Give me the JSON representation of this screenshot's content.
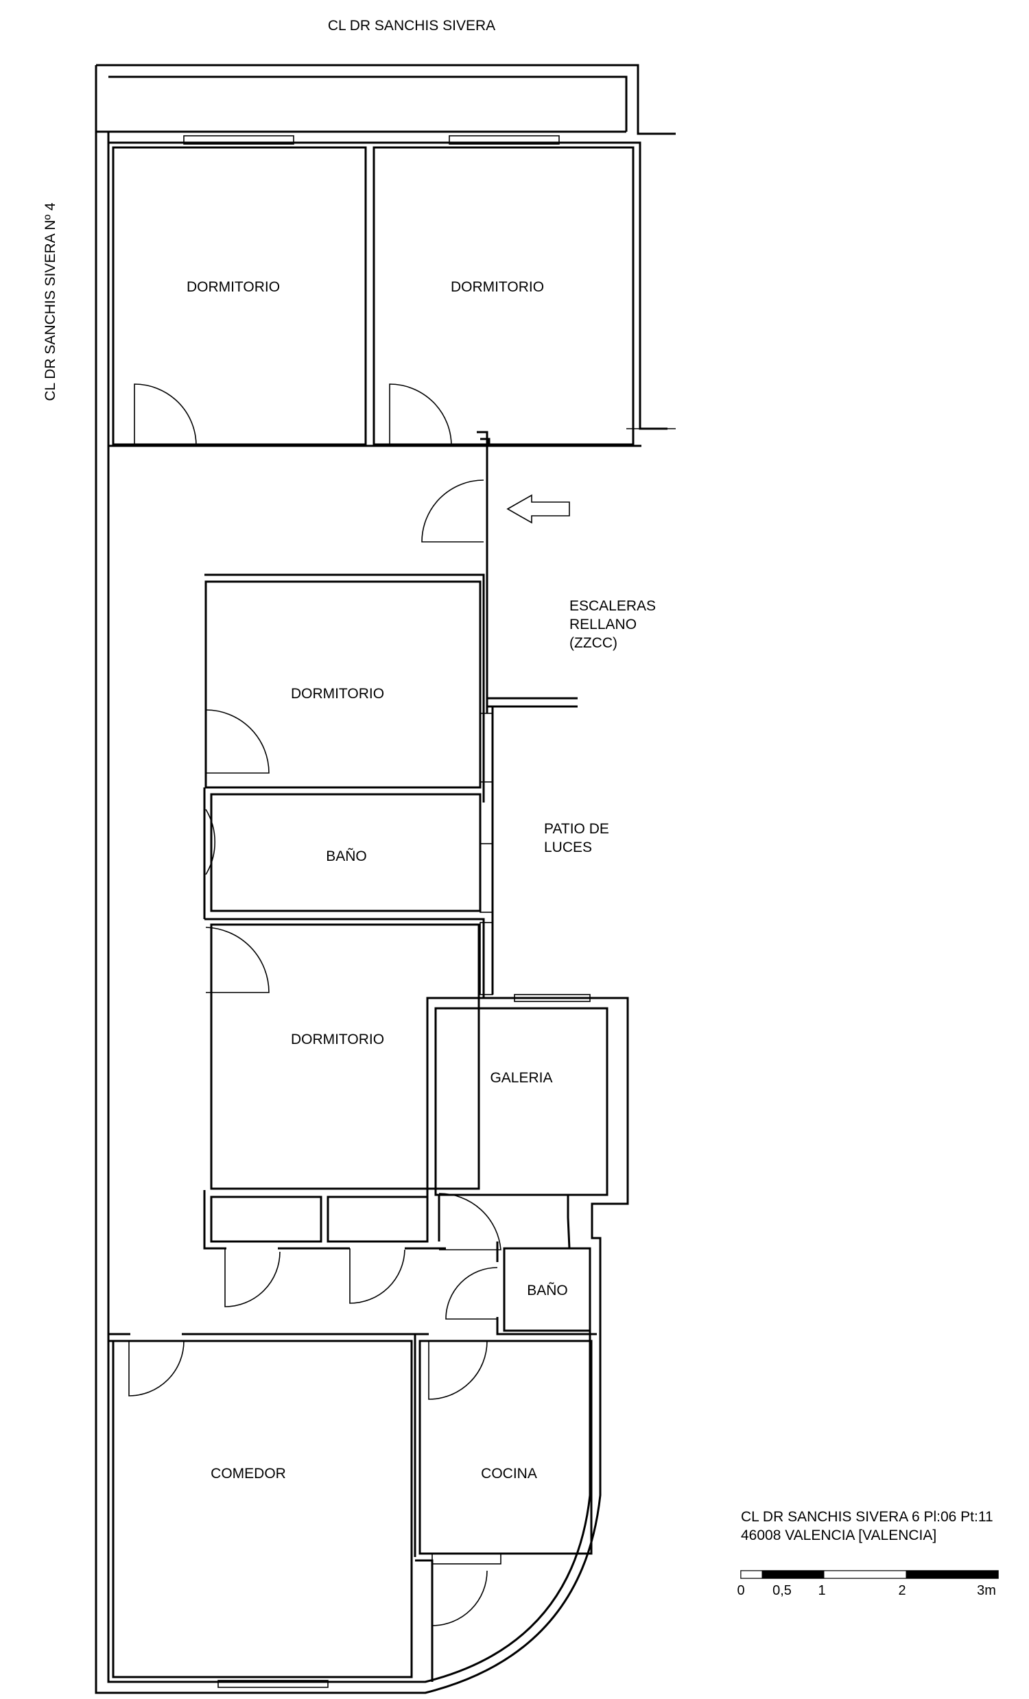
{
  "streets": {
    "top": "CL DR SANCHIS SIVERA",
    "left": "CL DR SANCHIS SIVERA Nº 4"
  },
  "rooms": {
    "dormitorio_1": "DORMITORIO",
    "dormitorio_2": "DORMITORIO",
    "dormitorio_3": "DORMITORIO",
    "dormitorio_4": "DORMITORIO",
    "bano_1": "BAÑO",
    "bano_2": "BAÑO",
    "galeria": "GALERIA",
    "comedor": "COMEDOR",
    "cocina": "COCINA"
  },
  "areas": {
    "escaleras": [
      "ESCALERAS",
      "RELLANO",
      "(ZZCC)"
    ],
    "patio": [
      "PATIO DE",
      "LUCES"
    ]
  },
  "address": {
    "line1": "CL DR SANCHIS SIVERA 6 Pl:06 Pt:11",
    "line2": "46008 VALENCIA [VALENCIA]"
  },
  "scale": {
    "ticks": [
      "0",
      "0,5",
      "1",
      "2",
      "3m"
    ]
  },
  "icons": {
    "entrance": "entrance-arrow-icon"
  }
}
